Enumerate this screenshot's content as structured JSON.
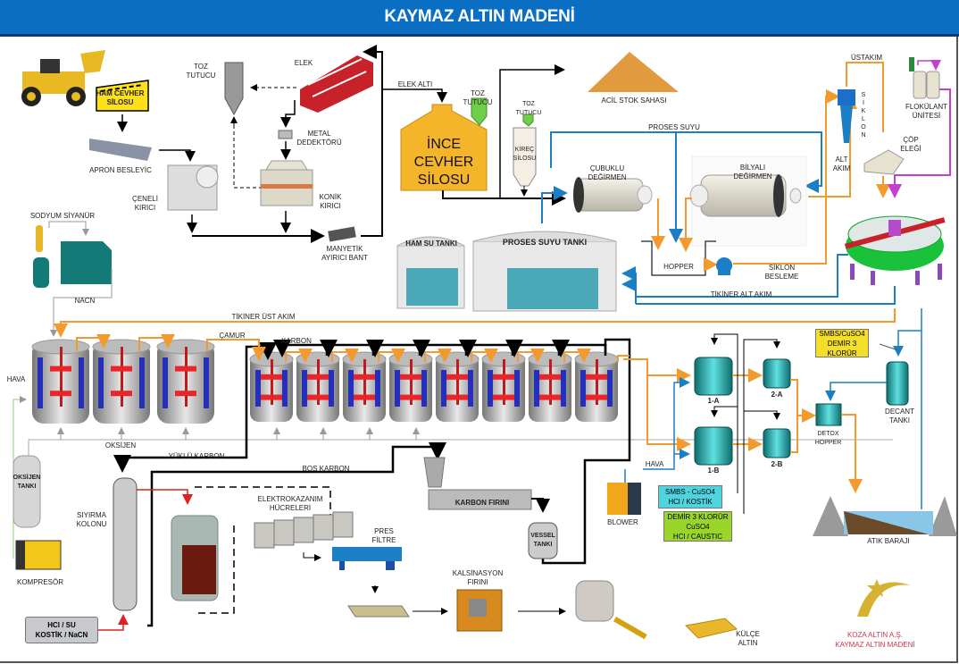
{
  "title": "KAYMAZ ALTIN MADENİ",
  "colors": {
    "header": "#0a6fc2",
    "slurry": "#f39a2e",
    "water": "#1b7fc6",
    "carbon": "#000000",
    "flocculant": "#c23fd0",
    "air": "#8fcf7a",
    "oxygen": "#aaaaaa",
    "acid": "#e0201e"
  },
  "crushing": {
    "ham_cevher": "HAM CEVHER\nSİLOSU",
    "apron": "APRON BESLEYİC",
    "ceneli": "ÇENELİ\nKIRICI",
    "toz1": "TOZ\nTUTUCU",
    "elek": "ELEK",
    "metal": "METAL\nDEDEKTÖRÜ",
    "konik": "KONİK\nKIRICI",
    "manyetik": "MANYETİK\nAYIRICI BANT",
    "elek_alti": "ELEK ALTI"
  },
  "grinding": {
    "ince_silo": "İNCE\nCEVHER\nSİLOSU",
    "toz2": "TOZ\nTUTUCU",
    "toz3": "TOZ\nTUTUCU",
    "kirec": "KİREÇ\nSİLOSU",
    "acil": "ACİL STOK SAHASI",
    "proses_suyu": "PROSES SUYU",
    "cubuklu": "ÇUBUKLU\nDEĞİRMEN",
    "bilyali": "BİLYALI\nDEĞİRMEN",
    "hopper": "HOPPER",
    "siklon_besleme": "SİKLON\nBESLEME",
    "ham_su": "HAM SU TANKI",
    "proses_tank": "PROSES SUYU TANKI",
    "ustakim": "ÜSTAKIM",
    "siklon": "S\nİ\nK\nL\nO\nN",
    "alt_akim": "ALT\nAKIM",
    "cop": "ÇÖP\nELEĞİ",
    "flokulant": "FLOKÜLANT\nÜNİTESİ",
    "tikiner_alt": "TİKİNER ALT AKIM"
  },
  "leach": {
    "sodyum": "SODYUM SİYANÜR",
    "nacn": "NaCN",
    "tikiner_ust": "TİKİNER ÜST AKIM",
    "camur": "ÇAMUR",
    "karbon": "KARBON",
    "hava": "HAVA",
    "oksijen": "OKSİJEN",
    "oksijen_tanki": "OKSİJEN\nTANKI",
    "kompresor": "KOMPRESÖR",
    "yuklu": "YÜKLÜ KARBON",
    "bos": "BOŞ KARBON"
  },
  "recovery": {
    "siyirma": "SIYIRMA\nKOLONU",
    "hcl_tag": "HCl / SU\nKOSTİK / NaCN",
    "elektro": "ELEKTROKAZANIM\nHÜCRELERİ",
    "pres": "PRES\nFİLTRE",
    "karbon_firini": "KARBON FIRINI",
    "vessel": "VESSEL\nTANKI",
    "kalsinasyon": "KALSİNASYON\nFIRINI",
    "kulce": "KÜLÇE\nALTIN"
  },
  "detox": {
    "r1a": "1-A",
    "r1b": "1-B",
    "r2a": "2-A",
    "r2b": "2-B",
    "hava": "HAVA",
    "blower": "BLOWER",
    "tag_smbs": "SMBS - CuSO4\nHCl / KOSTİK",
    "tag_demir": "DEMİR 3 KLORÜR\nCuSO4\nHCl / CAUSTIC",
    "tag_smbs2": "SMBS/CuSO4\nDEMİR 3\nKLORÜR",
    "detox_hopper": "DETOX\nHOPPER",
    "decant": "DECANT\nTANKI",
    "atik": "ATIK BARAJI"
  },
  "logo": {
    "line1": "KOZA ALTIN A.Ş.",
    "line2": "KAYMAZ ALTIN MADENİ"
  }
}
